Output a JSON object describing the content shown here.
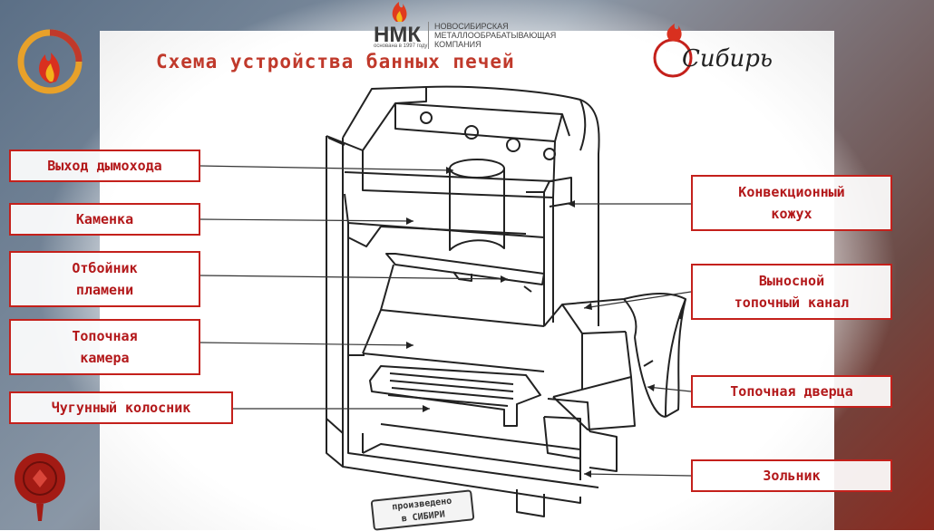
{
  "title": "Схема устройства банных печей",
  "logos": {
    "nmk": "НМК",
    "nmk_founded": "основана в 1997 году",
    "nmk_company": "НОВОСИБИРСКАЯ\nМЕТАЛЛООБРАБАТЫВАЮЩАЯ\nКОМПАНИЯ",
    "brand": "Сибирь",
    "stamp": "произведено\nв СИБИРИ"
  },
  "labels": {
    "chimney_outlet": "Выход дымохода",
    "stone_chamber": "Каменка",
    "flame_deflector": "Отбойник\nпламени",
    "firebox": "Топочная\nкамера",
    "cast_iron_grate": "Чугунный колосник",
    "convection_casing": "Конвекционный\nкожух",
    "remote_fire_channel": "Выносной\nтопочный канал",
    "firebox_door": "Топочная дверца",
    "ash_pan": "Зольник"
  },
  "colors": {
    "accent": "#c4201b",
    "label_text": "#b3181a",
    "line": "#222222"
  }
}
